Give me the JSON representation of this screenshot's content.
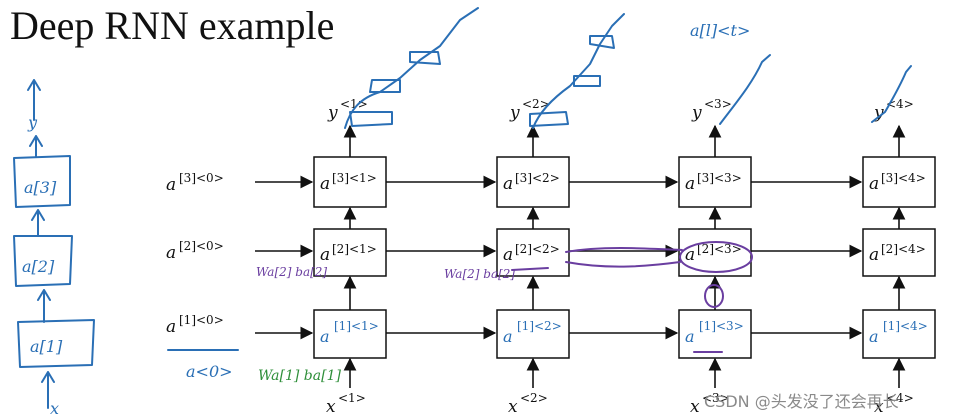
{
  "title": "Deep RNN example",
  "watermark": "CSDN @头发没了还会再长",
  "diagram": {
    "outputs": [
      "<1>",
      "<2>",
      "<3>",
      "<4>"
    ],
    "inputs": [
      "<1>",
      "<2>",
      "<3>",
      "<4>"
    ],
    "layer_inits": {
      "3": "[3]<0>",
      "2": "[2]<0>",
      "1": "[1]<0>"
    },
    "cells": {
      "layer3": [
        "[3]<1>",
        "[3]<2>",
        "[3]<3>",
        "[3]<4>"
      ],
      "layer2": [
        "[2]<1>",
        "[2]<2>",
        "[2]<3>",
        "[2]<4>"
      ],
      "layer1": [
        "[1]<1>",
        "[1]<2>",
        "[1]<3>",
        "[1]<4>"
      ]
    },
    "letters": {
      "a": "a",
      "x": "x",
      "y": "y"
    }
  },
  "annotations": {
    "left_stack": [
      "y",
      "a[3]",
      "a[2]",
      "a[1]",
      "x"
    ],
    "top_note": "a[l]<t>",
    "purple_note_1": "Wa[2] ba[2]",
    "purple_note_2": "Wa[2] ba[2]",
    "green_note": "Wa[1] ba[1]",
    "a0": "a<0>"
  },
  "colors": {
    "ink_blue": "#2a6fb5",
    "ink_purple": "#6a3ea0",
    "ink_green": "#2f8f3a"
  }
}
